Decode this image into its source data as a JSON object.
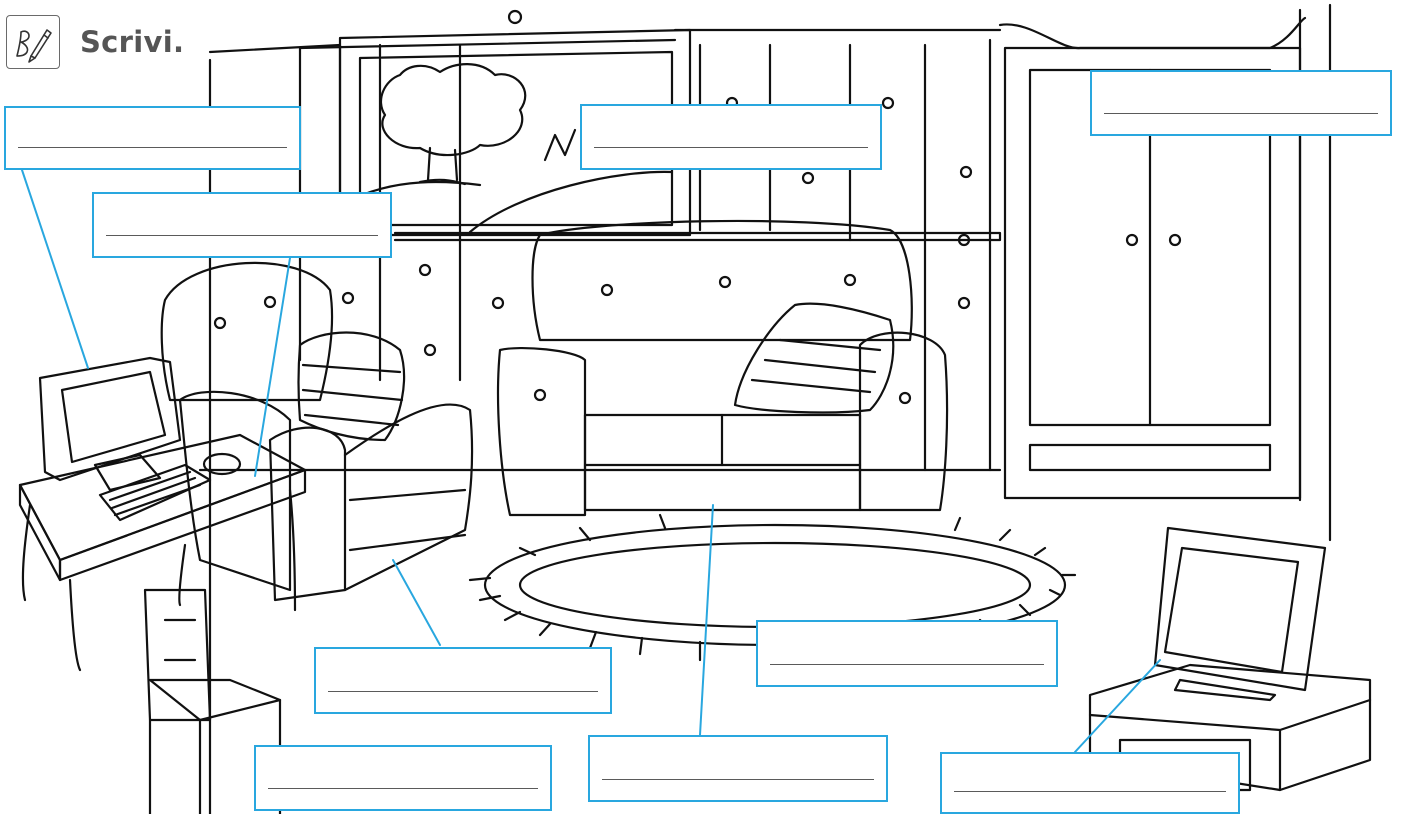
{
  "exercise": {
    "title": "Scrivi.",
    "icon": "pen-writing-icon",
    "accent_color": "#29a7df"
  },
  "labels": [
    {
      "id": "computer",
      "answer": ""
    },
    {
      "id": "armchair-back",
      "answer": ""
    },
    {
      "id": "picture",
      "answer": ""
    },
    {
      "id": "wardrobe",
      "answer": ""
    },
    {
      "id": "armchair",
      "answer": ""
    },
    {
      "id": "rug",
      "answer": ""
    },
    {
      "id": "chair",
      "answer": ""
    },
    {
      "id": "sofa",
      "answer": ""
    },
    {
      "id": "television",
      "answer": ""
    }
  ]
}
